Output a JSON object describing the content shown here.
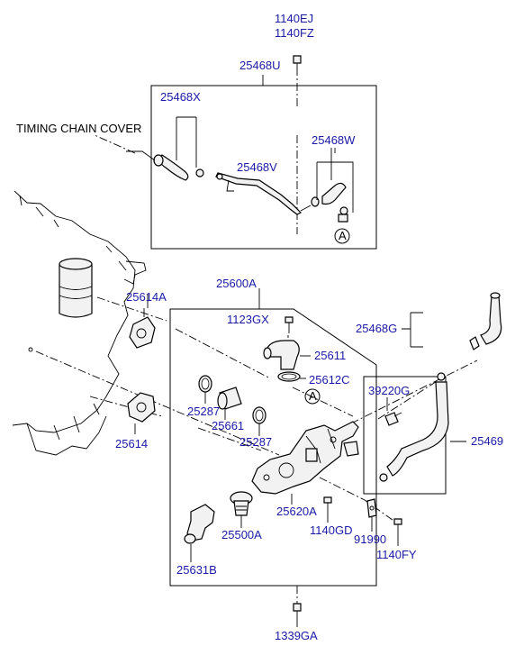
{
  "labels": {
    "p1140EJ": "1140EJ",
    "p1140FZ": "1140FZ",
    "p25468U": "25468U",
    "p25468X": "25468X",
    "timing": "TIMING CHAIN COVER",
    "p25468W": "25468W",
    "p25468V": "25468V",
    "refA1": "A",
    "p25600A": "25600A",
    "p25614A": "25614A",
    "p1123GX": "1123GX",
    "p25468G": "25468G",
    "p25611": "25611",
    "p25612C": "25612C",
    "refA2": "A",
    "p39220G": "39220G",
    "p25287a": "25287",
    "p25661": "25661",
    "p25287b": "25287",
    "p25469": "25469",
    "p25614": "25614",
    "p25620A": "25620A",
    "p25500A": "25500A",
    "p1140GD": "1140GD",
    "p91990": "91990",
    "p1140FY": "1140FY",
    "p25631B": "25631B",
    "p1339GA": "1339GA"
  },
  "colors": {
    "label": "#1a1aa6",
    "line": "#000000",
    "part_fill": "#f2f2f2"
  }
}
